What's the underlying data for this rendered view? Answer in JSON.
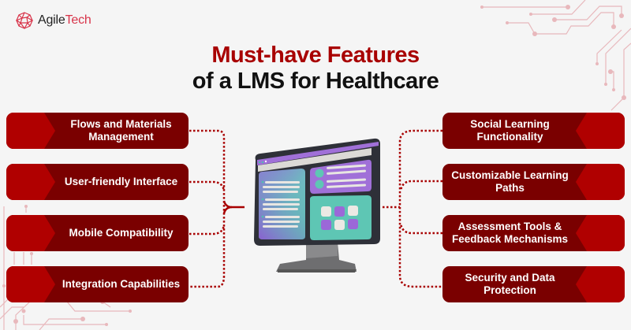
{
  "brand": {
    "name_part1": "Agile",
    "name_part2": "Tech",
    "logo_icon": "geodesic-polygon-icon",
    "accent_color": "#d8344a"
  },
  "title": {
    "line1": "Must-have Features",
    "line2": "of a LMS for Healthcare",
    "line1_color": "#a80000",
    "line2_color": "#111111"
  },
  "features_left": [
    {
      "label": "Flows and Materials Management"
    },
    {
      "label": "User-friendly Interface"
    },
    {
      "label": "Mobile Compatibility"
    },
    {
      "label": "Integration Capabilities"
    }
  ],
  "features_right": [
    {
      "label": "Social Learning Functionality"
    },
    {
      "label": "Customizable Learning Paths"
    },
    {
      "label": "Assessment Tools & Feedback Mechanisms"
    },
    {
      "label": "Security and Data Protection"
    }
  ],
  "center_illustration": "lms-monitor-icon",
  "colors": {
    "card_dark": "#7a0000",
    "card_tab": "#b00000",
    "connector": "#a80000",
    "background": "#f5f5f5",
    "circuit": "#e8b8bc"
  }
}
